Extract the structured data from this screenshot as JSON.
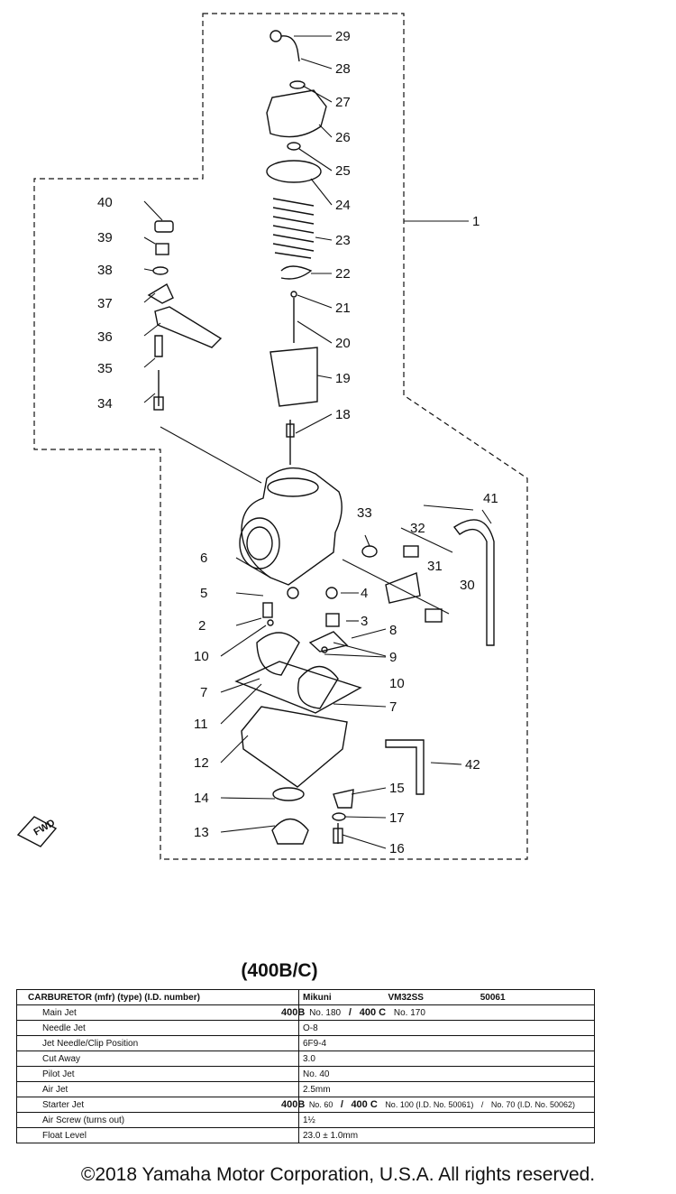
{
  "diagram": {
    "callouts": [
      "1",
      "2",
      "3",
      "4",
      "5",
      "6",
      "7",
      "7",
      "8",
      "9",
      "10",
      "10",
      "11",
      "12",
      "13",
      "14",
      "15",
      "16",
      "17",
      "18",
      "19",
      "20",
      "21",
      "22",
      "23",
      "24",
      "25",
      "26",
      "27",
      "28",
      "29",
      "30",
      "31",
      "32",
      "33",
      "34",
      "35",
      "36",
      "37",
      "38",
      "39",
      "40",
      "41",
      "42"
    ],
    "fwd_label": "FWD"
  },
  "table": {
    "title": "(400B/C)",
    "header": {
      "label": "CARBURETOR (mfr) (type) (I.D. number)",
      "mfr": "Mikuni",
      "type": "VM32SS",
      "id": "50061"
    },
    "rows": [
      {
        "label": "Main Jet",
        "pre": "400B",
        "v1": "No. 180",
        "sep": "/",
        "mid": "400 C",
        "v2": "No. 170"
      },
      {
        "label": "Needle Jet",
        "value": "O-8"
      },
      {
        "label": "Jet Needle/Clip Position",
        "value": "6F9-4"
      },
      {
        "label": "Cut Away",
        "value": "3.0"
      },
      {
        "label": "Pilot Jet",
        "value": "No. 40"
      },
      {
        "label": "Air Jet",
        "value": "2.5mm"
      },
      {
        "label": "Starter Jet",
        "pre": "400B",
        "v1": "No. 60",
        "sep": "/",
        "mid": "400 C",
        "v2": "No. 100 (I.D. No. 50061)",
        "sep2": "/",
        "v3": "No. 70 (I.D. No. 50062)"
      },
      {
        "label": "Air Screw (turns out)",
        "value": "1½"
      },
      {
        "label": "Float Level",
        "value": "23.0 ± 1.0mm"
      }
    ]
  },
  "footer": "©2018 Yamaha Motor Corporation, U.S.A. All rights reserved."
}
